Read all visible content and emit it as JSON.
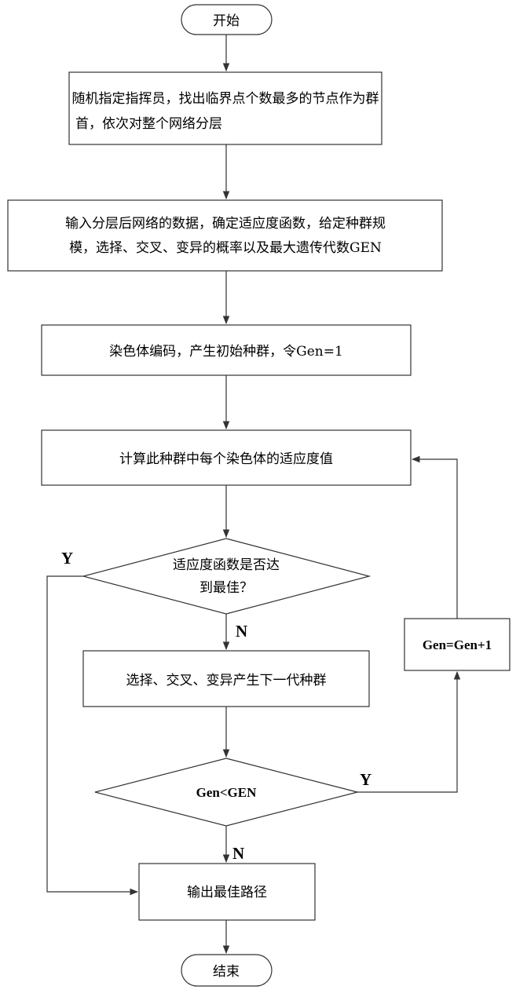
{
  "flowchart": {
    "start": "开始",
    "step1": [
      "随机指定指挥员，找出临界点个数最多的节点作为群",
      "首，依次对整个网络分层"
    ],
    "step2": [
      "输入分层后网络的数据，确定适应度函数，给定种群规",
      "模，选择、交叉、变异的概率以及最大遗传代数GEN"
    ],
    "step3": "染色体编码，产生初始种群，令Gen=1",
    "step4": "计算此种群中每个染色体的适应度值",
    "decision1": [
      "适应度函数是否达",
      "到最佳？"
    ],
    "step5": "选择、交叉、变异产生下一代种群",
    "decision2": "Gen<GEN",
    "increment": "Gen=Gen+1",
    "output": "输出最佳路径",
    "end": "结束",
    "yes_label": "Y",
    "no_label": "N"
  }
}
